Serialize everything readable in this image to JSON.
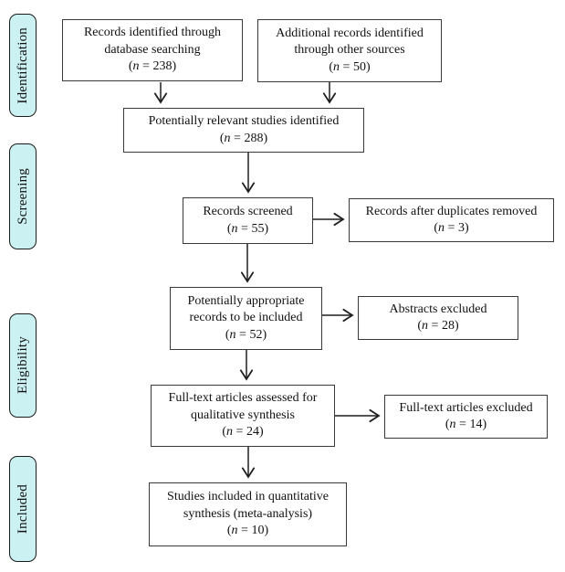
{
  "stages": {
    "identification": "Identification",
    "screening": "Screening",
    "eligibility": "Eligibility",
    "included": "Included"
  },
  "boxes": {
    "db": {
      "line1": "Records identified through",
      "line2": "database searching",
      "count": {
        "open": "(",
        "n": "n",
        "rest": " = 238)"
      }
    },
    "other": {
      "line1": "Additional records identified",
      "line2": "through other sources",
      "count": {
        "open": "(",
        "n": "n",
        "rest": " = 50)"
      }
    },
    "relevant": {
      "line1": "Potentially relevant studies identified",
      "count": {
        "open": "(",
        "n": "n",
        "rest": " = 288)"
      }
    },
    "screened": {
      "line1": "Records screened",
      "count": {
        "open": "(",
        "n": "n",
        "rest": " = 55)"
      }
    },
    "duplicates": {
      "line1": "Records after duplicates removed",
      "count": {
        "open": "(",
        "n": "n",
        "rest": " = 3)"
      }
    },
    "appropriate": {
      "line1": "Potentially appropriate",
      "line2": "records to be included",
      "count": {
        "open": "(",
        "n": "n",
        "rest": " = 52)"
      }
    },
    "abstracts": {
      "line1": "Abstracts excluded",
      "count": {
        "open": "(",
        "n": "n",
        "rest": " = 28)"
      }
    },
    "fulltext": {
      "line1": "Full-text articles assessed for",
      "line2": "qualitative synthesis",
      "count": {
        "open": "(",
        "n": "n",
        "rest": " = 24)"
      }
    },
    "ftexcluded": {
      "line1": "Full-text articles excluded",
      "count": {
        "open": "(",
        "n": "n",
        "rest": " = 14)"
      }
    },
    "quant": {
      "line1": "Studies included in quantitative",
      "line2": "synthesis (meta-analysis)",
      "count": {
        "open": "(",
        "n": "n",
        "rest": " = 10)"
      }
    }
  },
  "colors": {
    "stage_fill": "#ccf1f3",
    "stage_border": "#1b1b1b",
    "box_border": "#3a3a3a",
    "arrow": "#1f1f1f",
    "text": "#111111",
    "background": "#ffffff"
  }
}
